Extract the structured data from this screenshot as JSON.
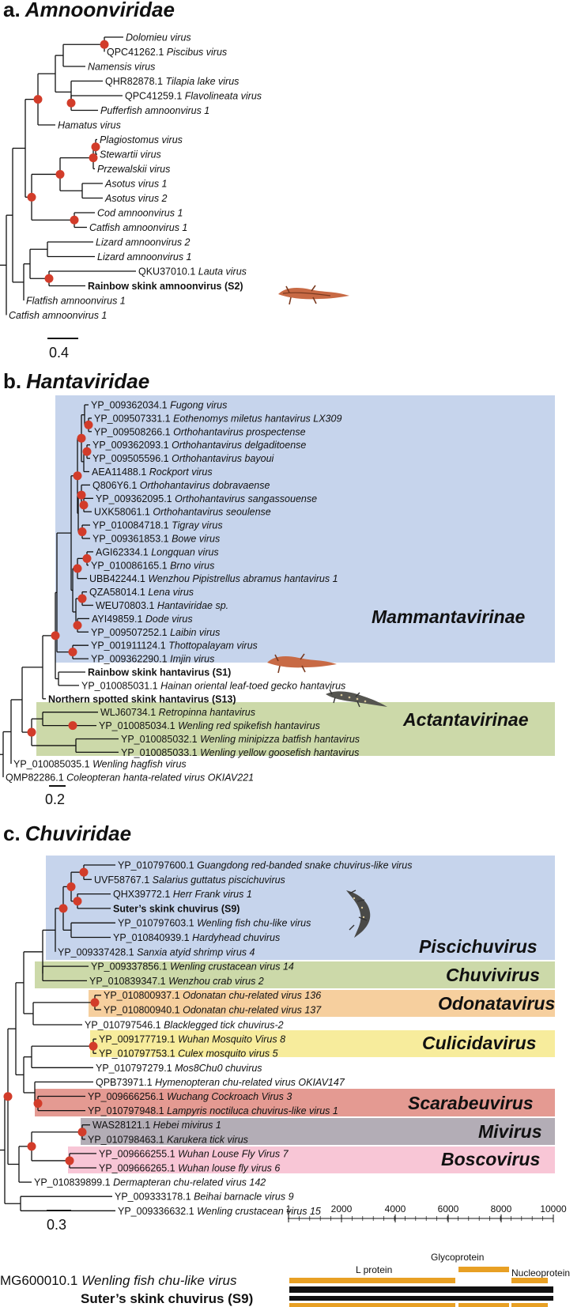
{
  "panels": {
    "a": {
      "letter": "a.",
      "name": "Amnoonviridae",
      "scale": "0.4"
    },
    "b": {
      "letter": "b.",
      "name": "Hantaviridae",
      "scale": "0.2"
    },
    "c": {
      "letter": "c.",
      "name": "Chuviridae",
      "scale": "0.3"
    }
  },
  "amnoon_leaves": [
    {
      "acc": "",
      "name": "Dolomieu virus"
    },
    {
      "acc": "QPC41262.1",
      "name": "Piscibus virus"
    },
    {
      "acc": "",
      "name": "Namensis virus"
    },
    {
      "acc": "QHR82878.1",
      "name": "Tilapia lake virus"
    },
    {
      "acc": "QPC41259.1",
      "name": "Flavolineata virus"
    },
    {
      "acc": "",
      "name": "Pufferfish amnoonvirus 1"
    },
    {
      "acc": "",
      "name": "Hamatus virus"
    },
    {
      "acc": "",
      "name": "Plagiostomus virus"
    },
    {
      "acc": "",
      "name": "Stewartii virus"
    },
    {
      "acc": "",
      "name": "Przewalskii virus"
    },
    {
      "acc": "",
      "name": "Asotus virus 1"
    },
    {
      "acc": "",
      "name": "Asotus virus 2"
    },
    {
      "acc": "",
      "name": "Cod amnoonvirus 1"
    },
    {
      "acc": "",
      "name": "Catfish amnoonvirus 1"
    },
    {
      "acc": "",
      "name": "Lizard amnoonvirus 2"
    },
    {
      "acc": "",
      "name": "Lizard amnoonvirus 1"
    },
    {
      "acc": "QKU37010.1",
      "name": "Lauta virus"
    },
    {
      "acc": "",
      "name": "Rainbow skink amnoonvirus (S2)",
      "bold": true
    },
    {
      "acc": "",
      "name": "Flatfish amnoonvirus 1"
    },
    {
      "acc": "",
      "name": "Catfish amnoonvirus 1"
    }
  ],
  "hanta_leaves": [
    {
      "acc": "YP_009362034.1",
      "name": "Fugong virus"
    },
    {
      "acc": "YP_009507331.1",
      "name": "Eothenomys miletus hantavirus LX309"
    },
    {
      "acc": "YP_009508266.1",
      "name": "Orthohantavirus prospectense"
    },
    {
      "acc": "YP_009362093.1",
      "name": "Orthohantavirus delgaditoense"
    },
    {
      "acc": "YP_009505596.1",
      "name": "Orthohantavirus bayoui"
    },
    {
      "acc": "AEA11488.1",
      "name": "Rockport virus"
    },
    {
      "acc": "Q806Y6.1",
      "name": "Orthohantavirus dobravaense"
    },
    {
      "acc": "YP_009362095.1",
      "name": "Orthohantavirus sangassouense"
    },
    {
      "acc": "UXK58061.1",
      "name": "Orthohantavirus seoulense"
    },
    {
      "acc": "YP_010084718.1",
      "name": "Tigray virus"
    },
    {
      "acc": "YP_009361853.1",
      "name": "Bowe virus"
    },
    {
      "acc": "AGI62334.1",
      "name": "Longquan virus"
    },
    {
      "acc": "YP_010086165.1",
      "name": "Brno virus"
    },
    {
      "acc": "UBB42244.1",
      "name": "Wenzhou Pipistrellus abramus hantavirus 1"
    },
    {
      "acc": "QZA58014.1",
      "name": "Lena virus"
    },
    {
      "acc": "WEU70803.1",
      "name": "Hantaviridae sp."
    },
    {
      "acc": "AYI49859.1",
      "name": "Dode virus"
    },
    {
      "acc": "YP_009507252.1",
      "name": "Laibin virus"
    },
    {
      "acc": "YP_001911124.1",
      "name": "Thottopalayam virus"
    },
    {
      "acc": "YP_009362290.1",
      "name": "Imjin virus"
    },
    {
      "acc": "",
      "name": "Rainbow skink hantavirus (S1)",
      "bold": true
    },
    {
      "acc": "YP_010085031.1",
      "name": "Hainan oriental leaf-toed gecko hantavirus"
    },
    {
      "acc": "",
      "name": "Northern spotted skink hantavirus (S13)",
      "bold": true
    },
    {
      "acc": "WLJ60734.1",
      "name": "Retropinna hantavirus"
    },
    {
      "acc": "YP_010085034.1",
      "name": "Wenling red spikefish hantavirus"
    },
    {
      "acc": "YP_010085032.1",
      "name": "Wenling minipizza batfish hantavirus"
    },
    {
      "acc": "YP_010085033.1",
      "name": "Wenling yellow goosefish hantavirus"
    },
    {
      "acc": "YP_010085035.1",
      "name": "Wenling hagfish virus"
    },
    {
      "acc": "QMP82286.1",
      "name": "Coleopteran hanta-related virus OKIAV221"
    }
  ],
  "hanta_clades": [
    {
      "label": "Mammantavirinae",
      "color": "#c6d4ec"
    },
    {
      "label": "Actantavirinae",
      "color": "#ccd9a9"
    }
  ],
  "chu_leaves": [
    {
      "acc": "YP_010797600.1",
      "name": "Guangdong red-banded snake chuvirus-like virus"
    },
    {
      "acc": "UVF58767.1",
      "name": "Salarius guttatus piscichuvirus"
    },
    {
      "acc": "QHX39772.1",
      "name": "Herr Frank virus 1"
    },
    {
      "acc": "",
      "name": "Suter’s skink chuvirus (S9)",
      "bold": true
    },
    {
      "acc": "YP_010797603.1",
      "name": "Wenling fish chu-like virus"
    },
    {
      "acc": "YP_010840939.1",
      "name": "Hardyhead chuvirus"
    },
    {
      "acc": "YP_009337428.1",
      "name": "Sanxia atyid shrimp virus 4"
    },
    {
      "acc": "YP_009337856.1",
      "name": "Wenling crustacean virus 14"
    },
    {
      "acc": "YP_010839347.1",
      "name": "Wenzhou crab virus 2"
    },
    {
      "acc": "YP_010800937.1",
      "name": "Odonatan chu-related virus 136"
    },
    {
      "acc": "YP_010800940.1",
      "name": "Odonatan chu-related virus 137"
    },
    {
      "acc": "YP_010797546.1",
      "name": "Blacklegged tick chuvirus-2"
    },
    {
      "acc": "YP_009177719.1",
      "name": "Wuhan Mosquito Virus 8"
    },
    {
      "acc": "YP_010797753.1",
      "name": "Culex mosquito virus 5"
    },
    {
      "acc": "YP_010797279.1",
      "name": "Mos8Chu0 chuvirus"
    },
    {
      "acc": "QPB73971.1",
      "name": "Hymenopteran chu-related virus OKIAV147"
    },
    {
      "acc": "YP_009666256.1",
      "name": "Wuchang Cockroach Virus 3"
    },
    {
      "acc": "YP_010797948.1",
      "name": "Lampyris noctiluca chuvirus-like virus 1"
    },
    {
      "acc": "WAS28121.1",
      "name": "Hebei mivirus 1"
    },
    {
      "acc": "YP_010798463.1",
      "name": "Karukera tick virus"
    },
    {
      "acc": "YP_009666255.1",
      "name": "Wuhan Louse Fly Virus 7"
    },
    {
      "acc": "YP_009666265.1",
      "name": "Wuhan louse fly virus 6"
    },
    {
      "acc": "YP_010839899.1",
      "name": "Dermapteran chu-related virus 142"
    },
    {
      "acc": "YP_009333178.1",
      "name": "Beihai barnacle virus 9"
    },
    {
      "acc": "YP_009336632.1",
      "name": "Wenling crustacean virus 15"
    }
  ],
  "chu_clades": [
    {
      "label": "Piscichuvirus",
      "color": "#c6d4ec"
    },
    {
      "label": "Chuvivirus",
      "color": "#ccd9a9"
    },
    {
      "label": "Odonatavirus",
      "color": "#f6cf9e"
    },
    {
      "label": "Culicidavirus",
      "color": "#f7ec9c"
    },
    {
      "label": "Scarabeuvirus",
      "color": "#e49a92"
    },
    {
      "label": "Mivirus",
      "color": "#b3adb6"
    },
    {
      "label": "Boscovirus",
      "color": "#f8c6d6"
    }
  ],
  "genome": {
    "ticks": [
      "1",
      "2000",
      "4000",
      "6000",
      "8000",
      "10000"
    ],
    "genes": [
      "L protein",
      "Glycoprotein",
      "Nucleoprotein"
    ],
    "ref_acc": "MG600010.1",
    "ref_name": "Wenling fish chu-like virus",
    "query_name": "Suter’s skink chuvirus (S9)",
    "gene_color": "#e8a024"
  },
  "colors": {
    "node": "#d23c2a",
    "lizard": "#c86a45",
    "skink": "#4a4a48"
  }
}
